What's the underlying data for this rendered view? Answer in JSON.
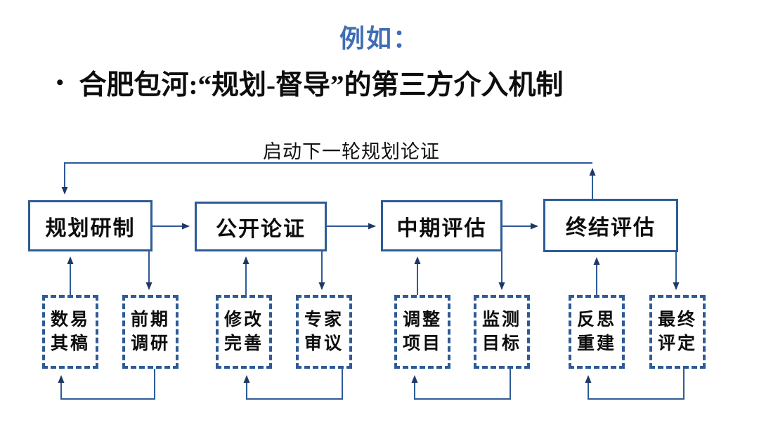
{
  "header": {
    "eyebrow": "例如：",
    "bullet": "•",
    "title": "合肥包河:“规划-督导”的第三方介入机制"
  },
  "flow": {
    "loop_label": "启动下一轮规划论证",
    "stages": [
      {
        "label": "规划研制",
        "sub": [
          {
            "line1": "数易",
            "line2": "其稿"
          },
          {
            "line1": "前期",
            "line2": "调研"
          }
        ]
      },
      {
        "label": "公开论证",
        "sub": [
          {
            "line1": "修改",
            "line2": "完善"
          },
          {
            "line1": "专家",
            "line2": "审议"
          }
        ]
      },
      {
        "label": "中期评估",
        "sub": [
          {
            "line1": "调整",
            "line2": "项目"
          },
          {
            "line1": "监测",
            "line2": "目标"
          }
        ]
      },
      {
        "label": "终结评估",
        "sub": [
          {
            "line1": "反思",
            "line2": "重建"
          },
          {
            "line1": "最终",
            "line2": "评定"
          }
        ]
      }
    ]
  },
  "colors": {
    "line": "#2e5b97",
    "arrow": "#1f3864",
    "title_blue": "#3f6eb5",
    "text": "#0d0d0d"
  }
}
